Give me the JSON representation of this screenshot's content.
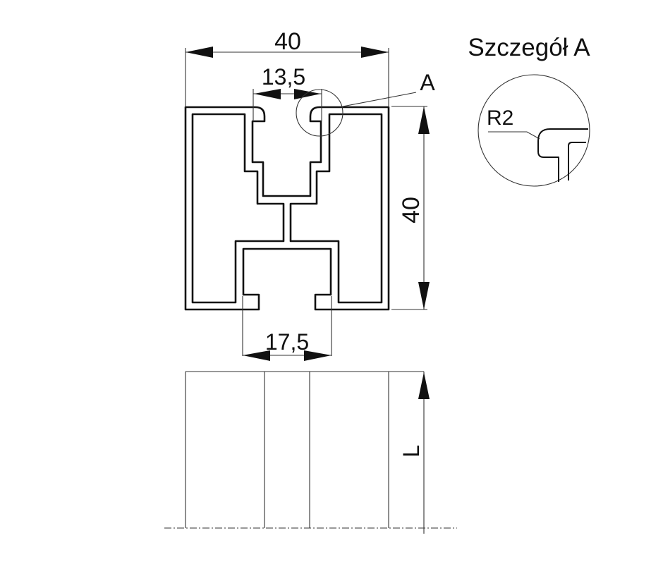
{
  "drawing": {
    "profile_view": {
      "width_label": "40",
      "height_label": "40",
      "top_slot_label": "13,5",
      "bottom_slot_label": "17,5",
      "detail_marker": "A"
    },
    "side_view": {
      "length_label": "L"
    },
    "detail_view": {
      "title": "Szczegół A",
      "radius_label": "R2"
    },
    "colors": {
      "line": "#111111",
      "background": "#ffffff"
    }
  }
}
